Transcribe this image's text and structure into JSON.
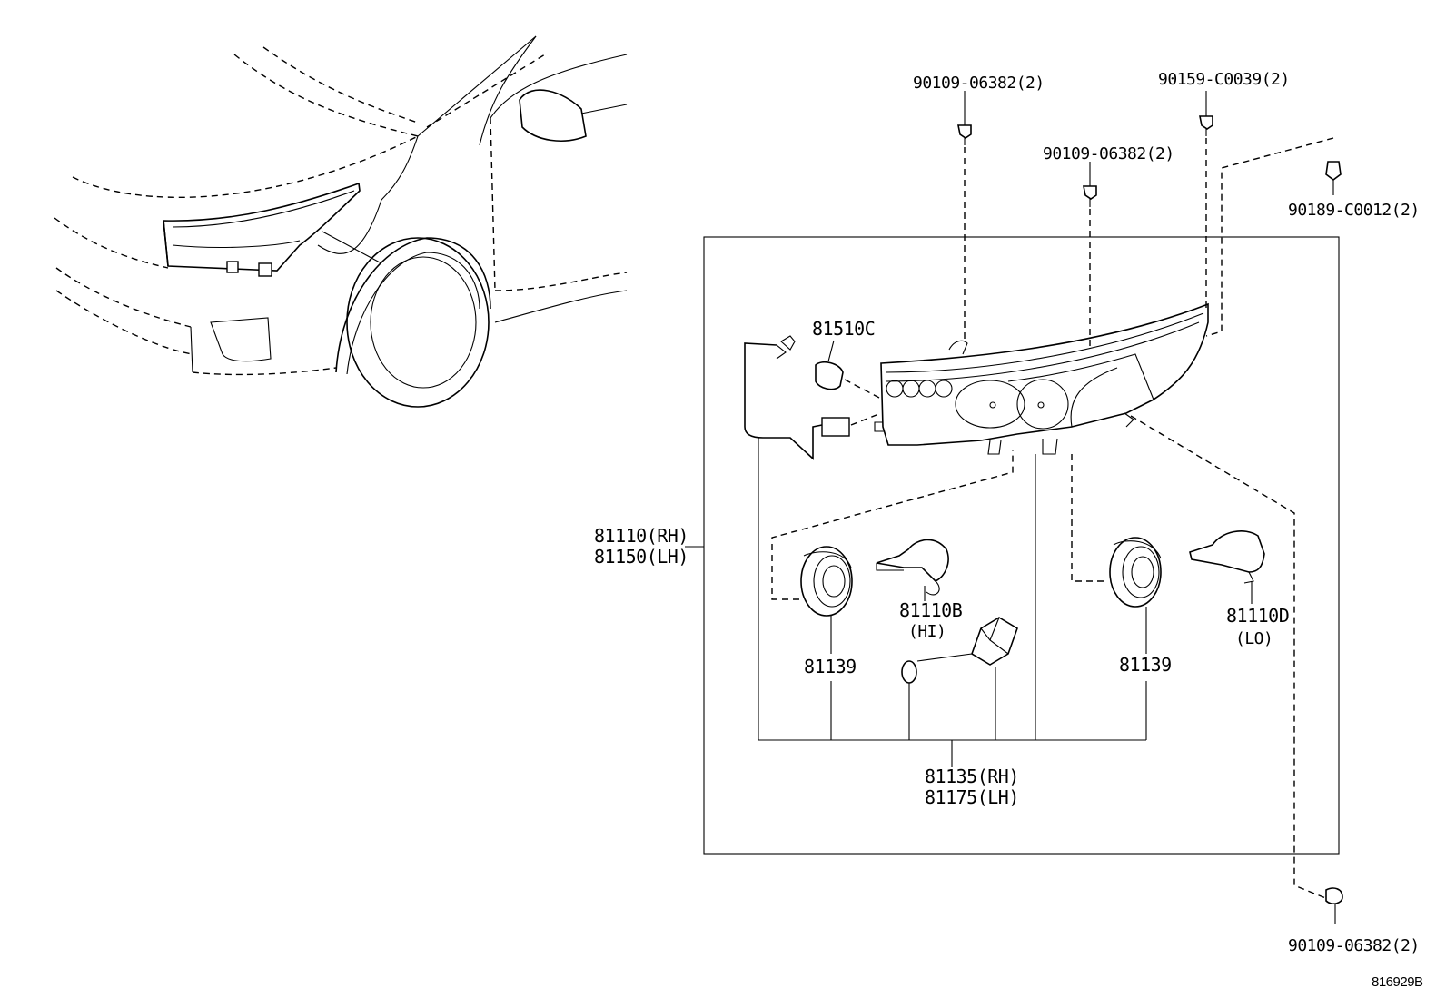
{
  "diagram_code": "816929B",
  "labels": {
    "screw_top_left": "90109-06382(2)",
    "screw_top_right": "90159-C0039(2)",
    "screw_mid": "90109-06382(2)",
    "clip_right": "90189-C0012(2)",
    "bulb_side": "81510C",
    "assy_rh": "81110(RH)",
    "assy_lh": "81150(LH)",
    "bulb_hi": "81110B",
    "bulb_hi_sub": "(HI)",
    "cover_left": "81139",
    "cover_right": "81139",
    "bulb_lo": "81110D",
    "bulb_lo_sub": "(LO)",
    "unit_rh": "81135(RH)",
    "unit_lh": "81175(LH)",
    "screw_bottom": "90109-06382(2)"
  }
}
